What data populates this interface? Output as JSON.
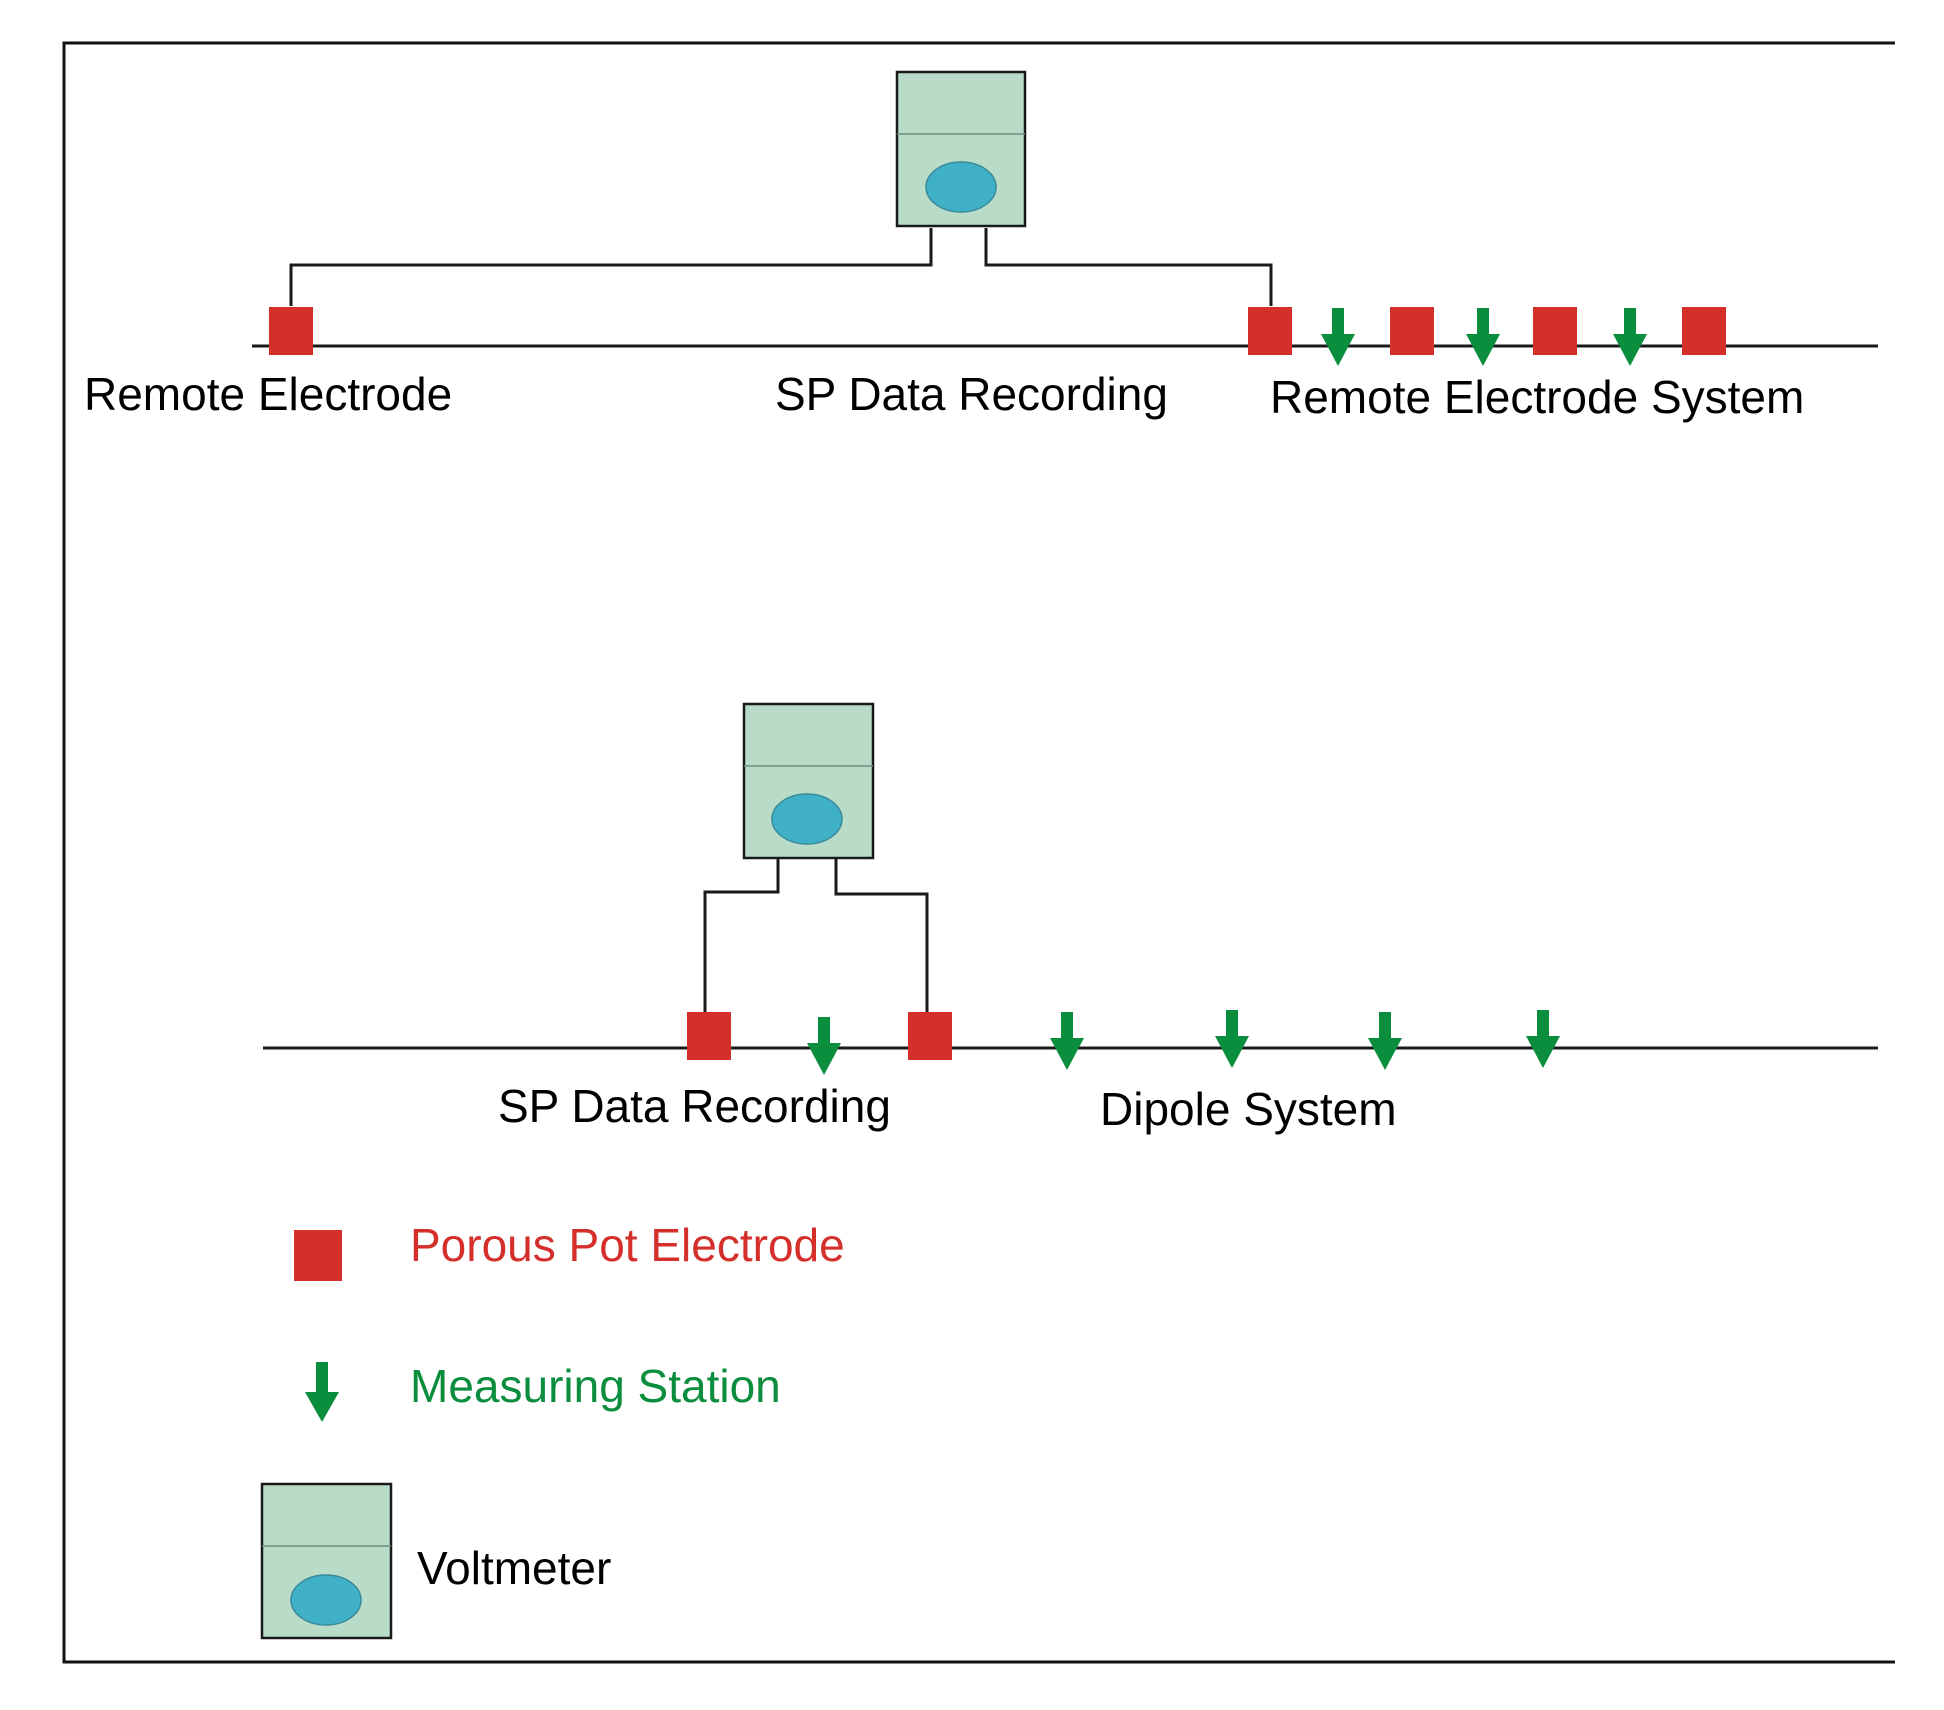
{
  "colors": {
    "electrode": "#d42f2b",
    "station": "#0a8d3c",
    "voltmeter_body": "#b8dcc8",
    "voltmeter_dial": "#3fb0c6",
    "line": "#1a1a1a"
  },
  "icons": {
    "electrode": "red-square-icon",
    "station": "green-down-arrow-icon",
    "voltmeter": "voltmeter-icon"
  },
  "remote_system": {
    "label_left": "Remote Electrode",
    "label_center": "SP Data Recording",
    "label_right": "Remote Electrode System"
  },
  "dipole_system": {
    "label_left": "SP Data Recording",
    "label_right": "Dipole System"
  },
  "legend": {
    "electrode_label": "Porous Pot Electrode",
    "station_label": "Measuring Station",
    "voltmeter_label": "Voltmeter"
  }
}
